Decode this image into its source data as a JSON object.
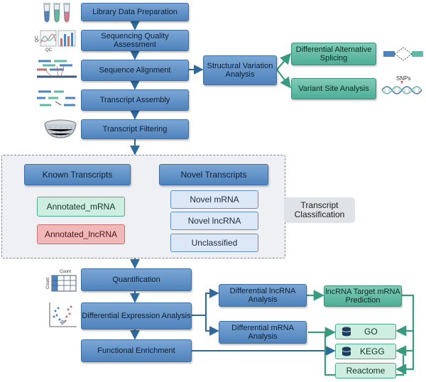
{
  "pipeline": {
    "library_prep": "Library Data Preparation",
    "seq_quality": "Sequencing Quality Assessment",
    "seq_align": "Sequence Alignment",
    "transcript_assembly": "Transcript Assembly",
    "transcript_filtering": "Transcript Filtering",
    "structural_variation": "Structural Variation Analysis",
    "diff_alt_splicing": "Differential Alternative Splicing",
    "variant_site": "Variant Site Analysis"
  },
  "classification": {
    "panel_label": "Transcript Classification",
    "known": "Known Transcripts",
    "novel": "Novel Transcripts",
    "annotated_mrna": "Annotated_mRNA",
    "annotated_lncrna": "Annotated_lncRNA",
    "novel_mrna": "Novel mRNA",
    "novel_lncrna": "Novel lncRNA",
    "unclassified": "Unclassified"
  },
  "downstream": {
    "quantification": "Quantification",
    "diff_expression": "Differential Expression Analysis",
    "functional_enrichment": "Functional Enrichment",
    "diff_lncrna": "Differential lncRNA Analysis",
    "diff_mrna": "Differential mRNA Analysis",
    "lncrna_target": "lncRNA Target mRNA Prediction",
    "go": "GO",
    "kegg": "KEGG",
    "reactome": "Reactome"
  },
  "icon_labels": {
    "qc_axis": "QC",
    "qc_bottom": "QC",
    "snps": "SNPs",
    "count_top": "Count",
    "count_side": "Count"
  },
  "colors": {
    "arrow": "#2f6a9e",
    "blue_box": "#5b8dc4",
    "green_box": "#5ebaa3",
    "lncrna_red": "#f0b8b8"
  }
}
